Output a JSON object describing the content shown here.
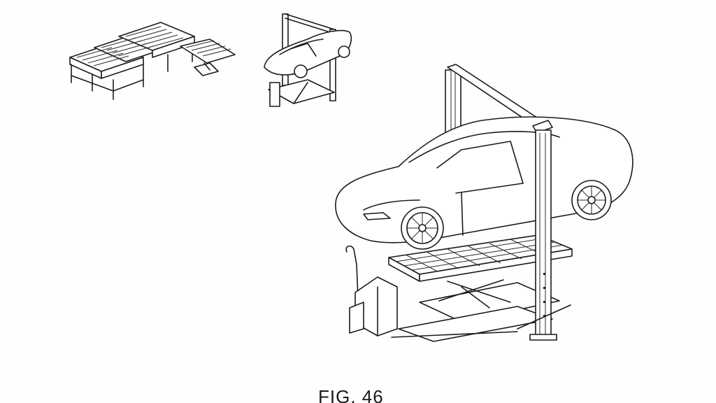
{
  "figure": {
    "caption": "FIG. 46",
    "components": [
      {
        "id": "battery-conveyor-racks",
        "label": "Battery storage conveyor racks with ramp"
      },
      {
        "id": "small-lift-station",
        "label": "Two-post lift with vehicle (small view)"
      },
      {
        "id": "large-lift-station",
        "label": "Two-post lift with vehicle, battery pallet and scissor lift cart"
      }
    ],
    "colors": {
      "line": "#1a1a1a",
      "background": "#fefefe"
    }
  }
}
